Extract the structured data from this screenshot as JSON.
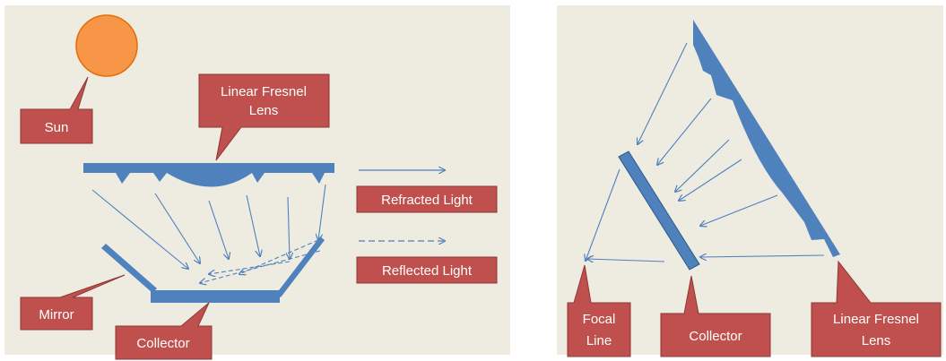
{
  "colors": {
    "background": "#eeece1",
    "callout_fill": "#c0504d",
    "callout_stroke": "#8c3836",
    "lens_fill": "#4f81bd",
    "ray": "#4f81bd",
    "sun_fill": "#f79646",
    "sun_stroke": "#e46c0a"
  },
  "left_panel": {
    "labels": {
      "sun": "Sun",
      "lens_line1": "Linear Fresnel",
      "lens_line2": "Lens",
      "mirror": "Mirror",
      "collector": "Collector"
    },
    "legend": {
      "refracted": "Refracted Light",
      "reflected": "Reflected Light"
    }
  },
  "right_panel": {
    "labels": {
      "focal_line1": "Focal",
      "focal_line2": "Line",
      "collector": "Collector",
      "lens_line1": "Linear Fresnel",
      "lens_line2": "Lens"
    }
  }
}
